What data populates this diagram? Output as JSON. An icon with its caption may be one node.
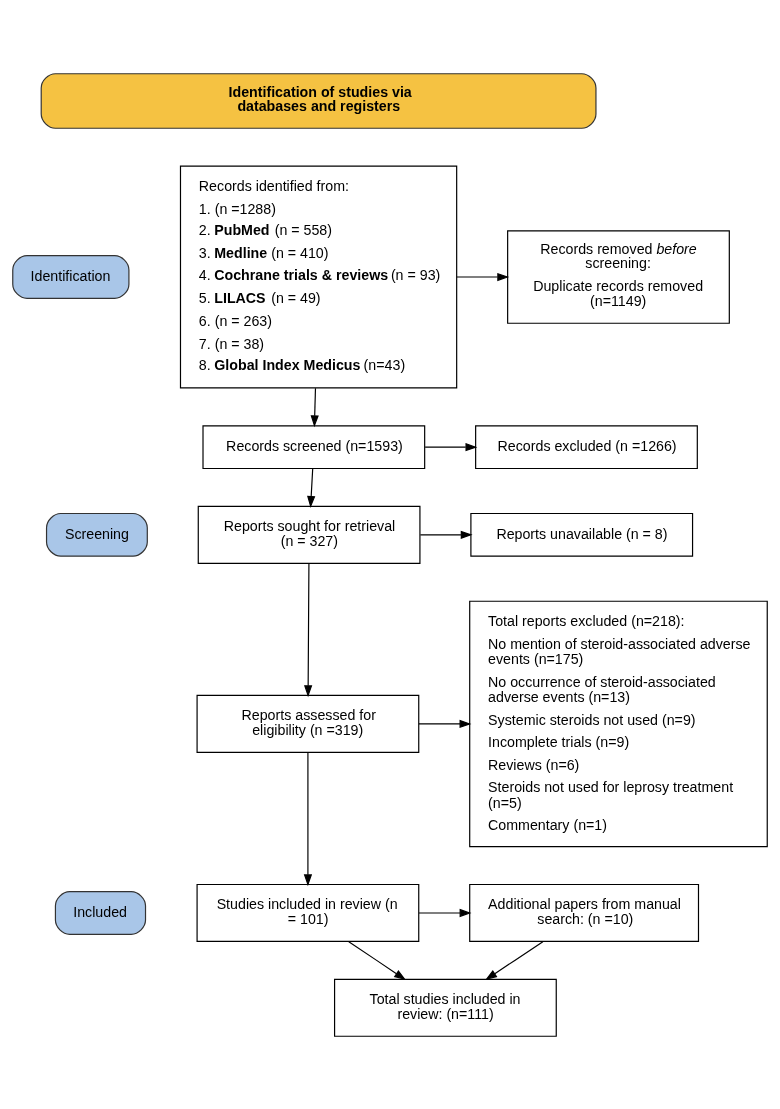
{
  "diagram": {
    "nodes": [
      {
        "text": [
          "Identification of studies via databases and registers"
        ]
      },
      {
        "text": [
          "Identification"
        ]
      },
      {
        "text": [
          "Screening"
        ]
      },
      {
        "text": [
          "Included"
        ]
      },
      {
        "text": [
          "Records identified from:",
          "1. (n =1288)",
          "2. **PubMed** (n = 558)",
          "3. **Medline** (n = 410)",
          "4. **Cochrane trials & reviews** (n = 93)",
          "5. **LILACS** (n = 49)",
          "6. (n = 263)",
          "7. (n = 38)",
          "8. **Global Index Medicus** (n=43)"
        ]
      },
      {
        "text": [
          "Records removed *before* screening:",
          "Duplicate records removed (n=1149)"
        ]
      },
      {
        "text": [
          "Records screened (n=1593)"
        ]
      },
      {
        "text": [
          "Records excluded (n =1266)"
        ]
      },
      {
        "text": [
          "Reports sought for retrieval (n = 327)"
        ]
      },
      {
        "text": [
          "Reports unavailable (n = 8)"
        ]
      },
      {
        "text": [
          "Reports assessed for eligibility (n =319)"
        ]
      },
      {
        "text": [
          "Total reports excluded (n=218):",
          "No mention of steroid-associated adverse events (n=175)",
          "No occurrence of steroid-associated adverse events (n=13)",
          "Systemic steroids not used (n=9)",
          "Incomplete trials (n=9)",
          "Reviews (n=6)",
          "Steroids not used for leprosy treatment (n=5)",
          "Commentary (n=1)"
        ]
      },
      {
        "text": [
          "Studies included in review (n = 101)"
        ]
      },
      {
        "text": [
          "Additional papers from manual search: (n =10)"
        ]
      },
      {
        "text": [
          "Total studies included in review: (n=111)"
        ]
      }
    ],
    "edges": [
      {
        "from": 4,
        "to": 5,
        "arrow": "to"
      },
      {
        "from": 4,
        "to": 6,
        "arrow": "to"
      },
      {
        "from": 6,
        "to": 7,
        "arrow": "to"
      },
      {
        "from": 6,
        "to": 8,
        "arrow": "to"
      },
      {
        "from": 8,
        "to": 9,
        "arrow": "to"
      },
      {
        "from": 8,
        "to": 10,
        "arrow": "to"
      },
      {
        "from": 10,
        "to": 11,
        "arrow": "to"
      },
      {
        "from": 10,
        "to": 12,
        "arrow": "to"
      },
      {
        "from": 12,
        "to": 13,
        "arrow": "to"
      },
      {
        "from": 12,
        "to": 14,
        "arrow": "to"
      },
      {
        "from": 13,
        "to": 14,
        "arrow": "to"
      }
    ]
  }
}
